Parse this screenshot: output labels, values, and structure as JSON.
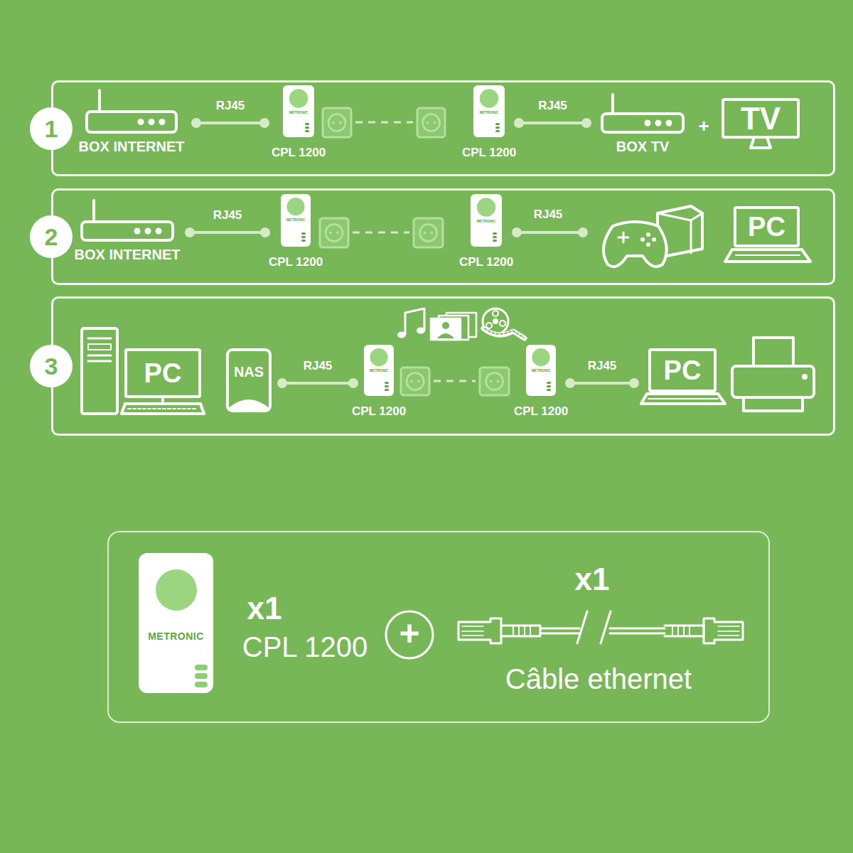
{
  "diagram": {
    "nodes": [
      {
        "text": [
          "1"
        ]
      },
      {
        "text": [
          "BOX INTERNET"
        ],
        "in": 0
      },
      {
        "text": [
          "METRONIC",
          "CPL 1200"
        ],
        "in": 0
      },
      {
        "text": [
          "METRONIC",
          "CPL 1200"
        ],
        "in": 0
      },
      {
        "text": [
          "BOX TV"
        ],
        "in": 0
      },
      {
        "text": [
          "TV"
        ],
        "in": 0
      },
      {
        "text": [
          "2"
        ]
      },
      {
        "text": [
          "BOX INTERNET"
        ],
        "in": 6
      },
      {
        "text": [
          "METRONIC",
          "CPL 1200"
        ],
        "in": 6
      },
      {
        "text": [
          "METRONIC",
          "CPL 1200"
        ],
        "in": 6
      },
      {
        "text": [
          "PC"
        ],
        "in": 6
      },
      {
        "text": [
          "3"
        ]
      },
      {
        "text": [
          "PC"
        ],
        "in": 11
      },
      {
        "text": [
          "NAS"
        ],
        "in": 11
      },
      {
        "text": [
          "METRONIC",
          "CPL 1200"
        ],
        "in": 11
      },
      {
        "text": [
          "METRONIC",
          "CPL 1200"
        ],
        "in": 11
      },
      {
        "text": [
          "PC"
        ],
        "in": 11
      },
      {
        "text": [
          "METRONIC"
        ]
      }
    ],
    "edges": [
      {
        "from": 1,
        "to": 2,
        "label": "RJ45",
        "arrow": "none"
      },
      {
        "from": 2,
        "to": 3,
        "arrow": "none"
      },
      {
        "from": 3,
        "to": 4,
        "label": "RJ45",
        "arrow": "none"
      },
      {
        "from": 7,
        "to": 8,
        "label": "RJ45",
        "arrow": "none"
      },
      {
        "from": 8,
        "to": 9,
        "arrow": "none"
      },
      {
        "from": 13,
        "to": 14,
        "label": "RJ45",
        "arrow": "none"
      },
      {
        "from": 14,
        "to": 15,
        "arrow": "none"
      },
      {
        "from": 15,
        "to": 16,
        "label": "RJ45",
        "arrow": "none"
      }
    ],
    "labels": [
      "+",
      "RJ45",
      "x1",
      "CPL 1200",
      "+",
      "x1",
      "Câble ethernet"
    ]
  }
}
